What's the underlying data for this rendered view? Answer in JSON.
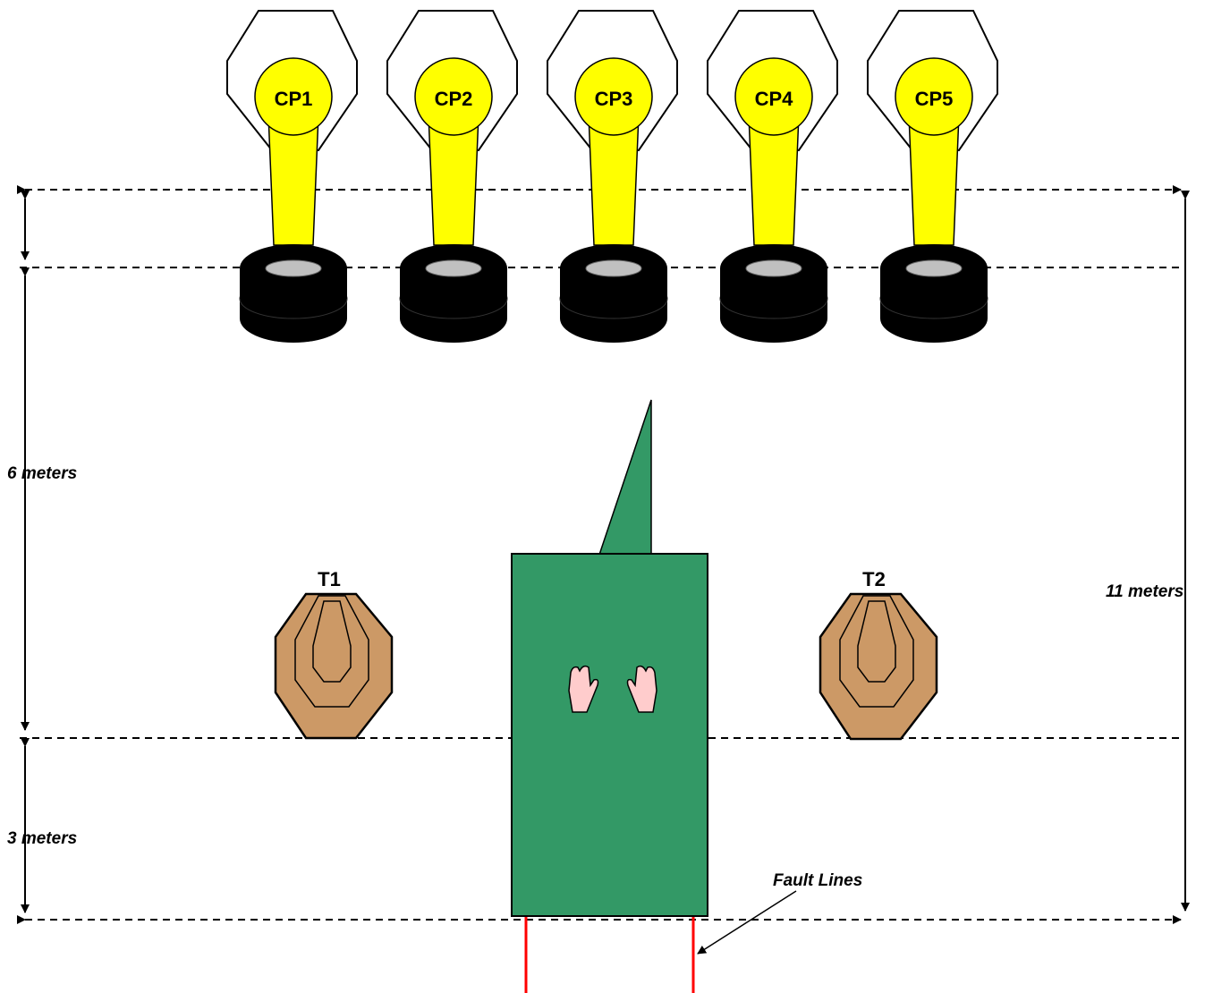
{
  "diagram": {
    "popper_labels": [
      "CP1",
      "CP2",
      "CP3",
      "CP4",
      "CP5"
    ],
    "target_labels": [
      "T1",
      "T2"
    ],
    "dimension_labels": {
      "top_gap": "",
      "six_meters": "6 meters",
      "three_meters": "3 meters",
      "eleven_meters": "11 meters"
    },
    "fault_lines_label": "Fault Lines",
    "colors": {
      "popper_fill": "#ffff00",
      "tire": "#000000",
      "tire_hole": "#c0c0c0",
      "target_fill": "#cc9966",
      "barricade": "#339966",
      "hands": "#ffcccc",
      "fault_lines": "#ff0000"
    }
  }
}
